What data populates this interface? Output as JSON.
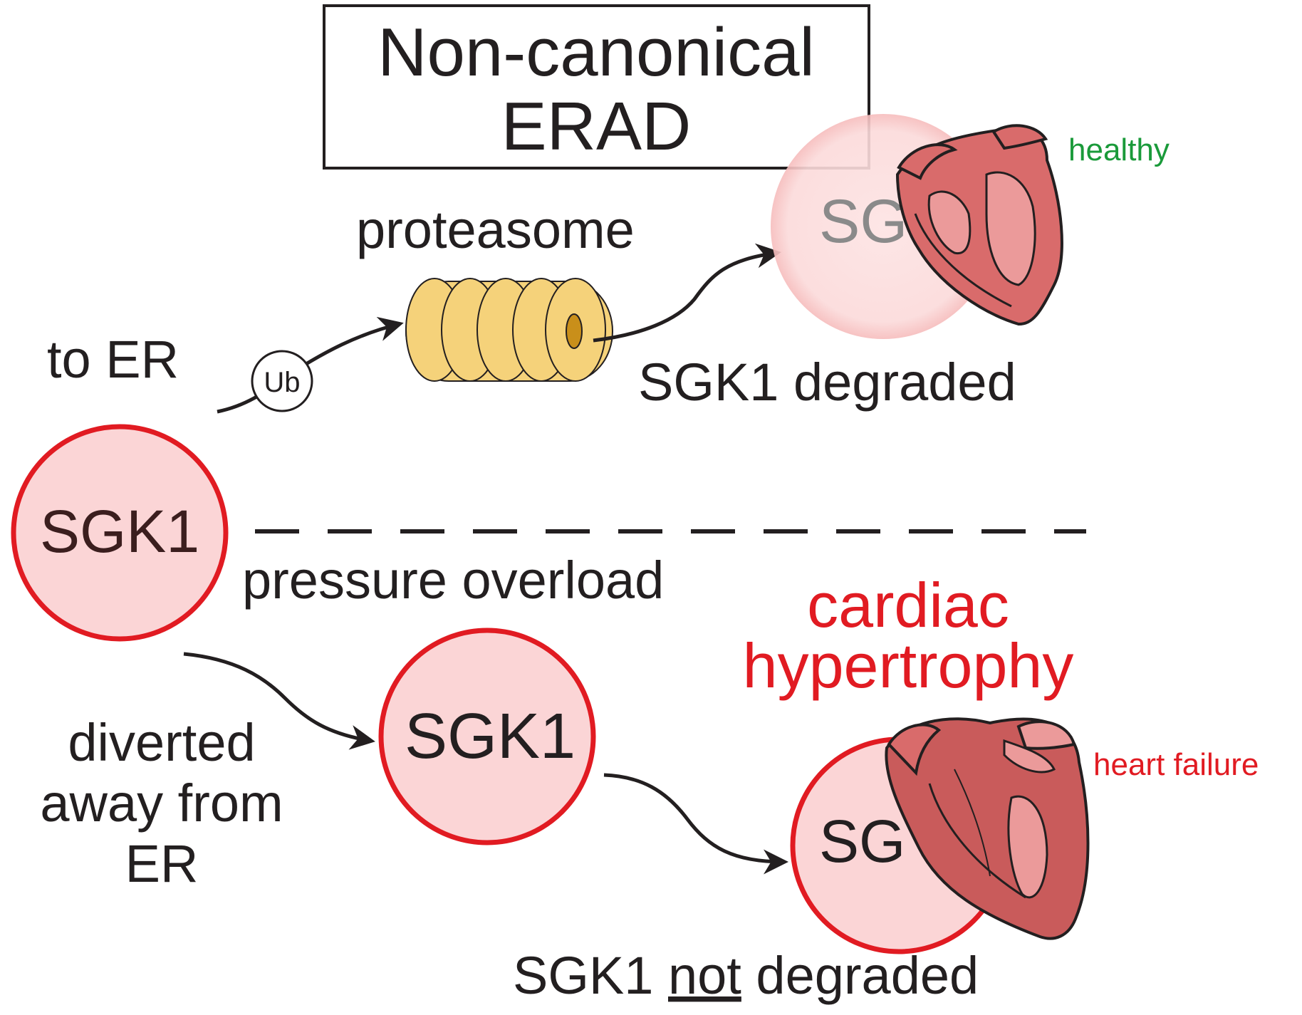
{
  "title": {
    "line1": "Non-canonical",
    "line2": "ERAD"
  },
  "top_pathway": {
    "route_label": "to ER",
    "ubiquitin_label": "Ub",
    "proteasome_label": "proteasome",
    "result_label": "SGK1 degraded",
    "faded_protein_label": "SG",
    "heart_state_label": "healthy"
  },
  "source_protein_label": "SGK1",
  "divider_label": "pressure overload",
  "bottom_pathway": {
    "route_label": {
      "line1": "diverted",
      "line2": "away from",
      "line3": "ER"
    },
    "middle_protein_label": "SGK1",
    "outcome_label": {
      "line1": "cardiac",
      "line2": "hypertrophy"
    },
    "protein_label": "SG",
    "heart_state_label": "heart failure",
    "result_label": {
      "prefix": "SGK1 ",
      "emphasis": "not",
      "suffix": " degraded"
    }
  },
  "colors": {
    "protein_fill": "#fbd5d6",
    "protein_stroke": "#e11b22",
    "proteasome_fill": "#f5d27a",
    "heart_fill": "#d96b6b",
    "healthy_text": "#1a9a3a",
    "disease_text": "#e11b22",
    "text": "#231f20"
  },
  "icons": [
    "arrow-icon",
    "ubiquitin-icon",
    "proteasome-icon",
    "heart-icon",
    "protein-circle-icon"
  ]
}
